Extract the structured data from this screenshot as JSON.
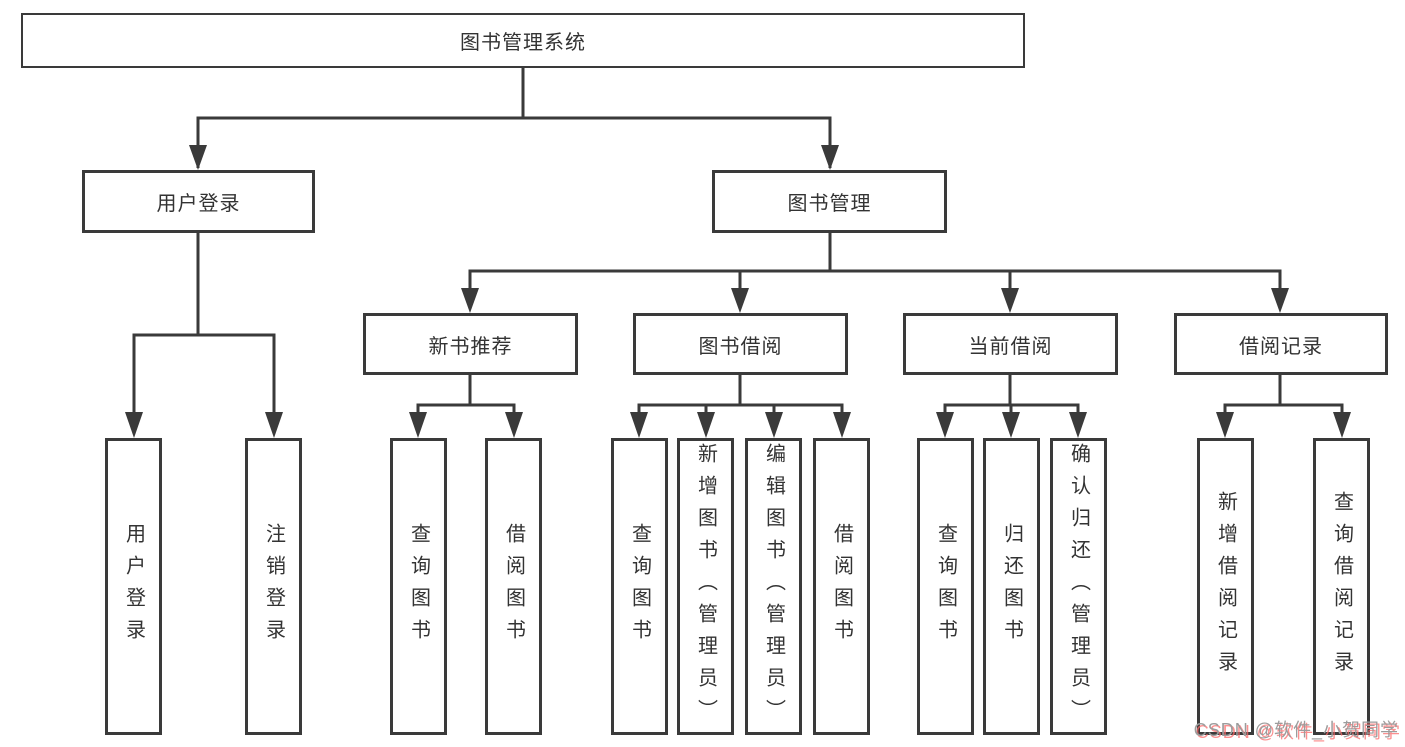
{
  "diagram": {
    "root": {
      "label": "图书管理系统"
    },
    "level2": [
      {
        "label": "用户登录"
      },
      {
        "label": "图书管理"
      }
    ],
    "level3": [
      {
        "label": "新书推荐"
      },
      {
        "label": "图书借阅"
      },
      {
        "label": "当前借阅"
      },
      {
        "label": "借阅记录"
      }
    ],
    "leaves": {
      "user_login": [
        "用户登录",
        "注销登录"
      ],
      "new_book": [
        "查询图书",
        "借阅图书"
      ],
      "borrow": [
        "查询图书",
        "新增图书（管理员）",
        "编辑图书（管理员）",
        "借阅图书"
      ],
      "current": [
        "查询图书",
        "归还图书",
        "确认归还（管理员）"
      ],
      "records": [
        "新增借阅记录",
        "查询借阅记录"
      ]
    }
  },
  "watermark": {
    "text": "CSDN @软件_小贺同学"
  },
  "colors": {
    "line": "#3a3a3a",
    "text": "#333333",
    "background": "#ffffff",
    "watermark_gray": "#9c9c9c",
    "watermark_red": "#fb6a6a"
  }
}
